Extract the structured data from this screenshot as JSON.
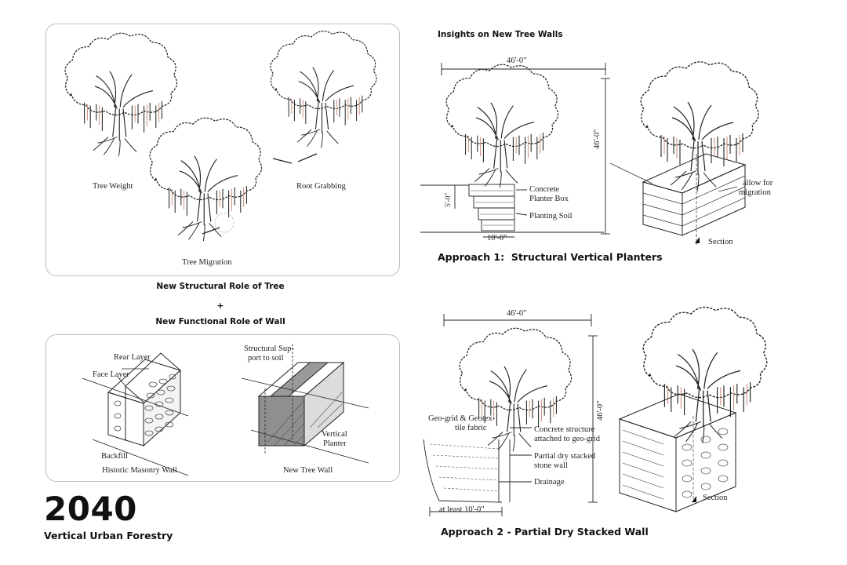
{
  "left": {
    "labels": {
      "tree_weight": "Tree Weight",
      "root_grabbing": "Root Grabbing",
      "tree_migration": "Tree Migration",
      "rear_layer": "Rear Layer",
      "face_layer": "Face Layer",
      "backfill": "Backfill",
      "historic_wall": "Historic Masonry Wall",
      "structural_support_1": "Structural Sup-",
      "structural_support_2": "port to soil",
      "vertical_planter_1": "Vertical",
      "vertical_planter_2": "Planter",
      "new_tree_wall": "New Tree Wall"
    },
    "captions": {
      "structural_role": "New Structural Role of Tree",
      "plus": "+",
      "functional_role": "New Functional Role of Wall"
    }
  },
  "brand": {
    "year": "2040",
    "subtitle": "Vertical Urban Forestry"
  },
  "right": {
    "heading": "Insights on New Tree Walls",
    "approach1": {
      "title": "Approach 1:  Structural Vertical Planters",
      "dim_width": "46'-0\"",
      "dim_height": "46'-0\"",
      "dim_box_height": "5'-0\"",
      "dim_base": "10'-0\"",
      "concrete_1": "Concrete",
      "concrete_2": "Planter Box",
      "planting_soil": "Planting Soil",
      "allow_1": "allow for",
      "allow_2": "migration",
      "section": "Section"
    },
    "approach2": {
      "title": "Approach 2 - Partial Dry Stacked Wall",
      "dim_width": "46'-0\"",
      "dim_height": "46'-0\"",
      "dim_base": "at least 10'-0\"",
      "geogrid_1": "Geo-grid & Geotex-",
      "geogrid_2": "tile fabric",
      "concrete_1": "Concrete structure",
      "concrete_2": "attached to geo-grid",
      "partial_1": "Partial dry stacked",
      "partial_2": "stone wall",
      "drainage": "Drainage",
      "section": "Section"
    }
  },
  "colors": {
    "ink": "#222222",
    "panel_border": "#bdbdbd",
    "root_accent": "#c98a7a",
    "planter_fill": "#8f8f8f"
  }
}
